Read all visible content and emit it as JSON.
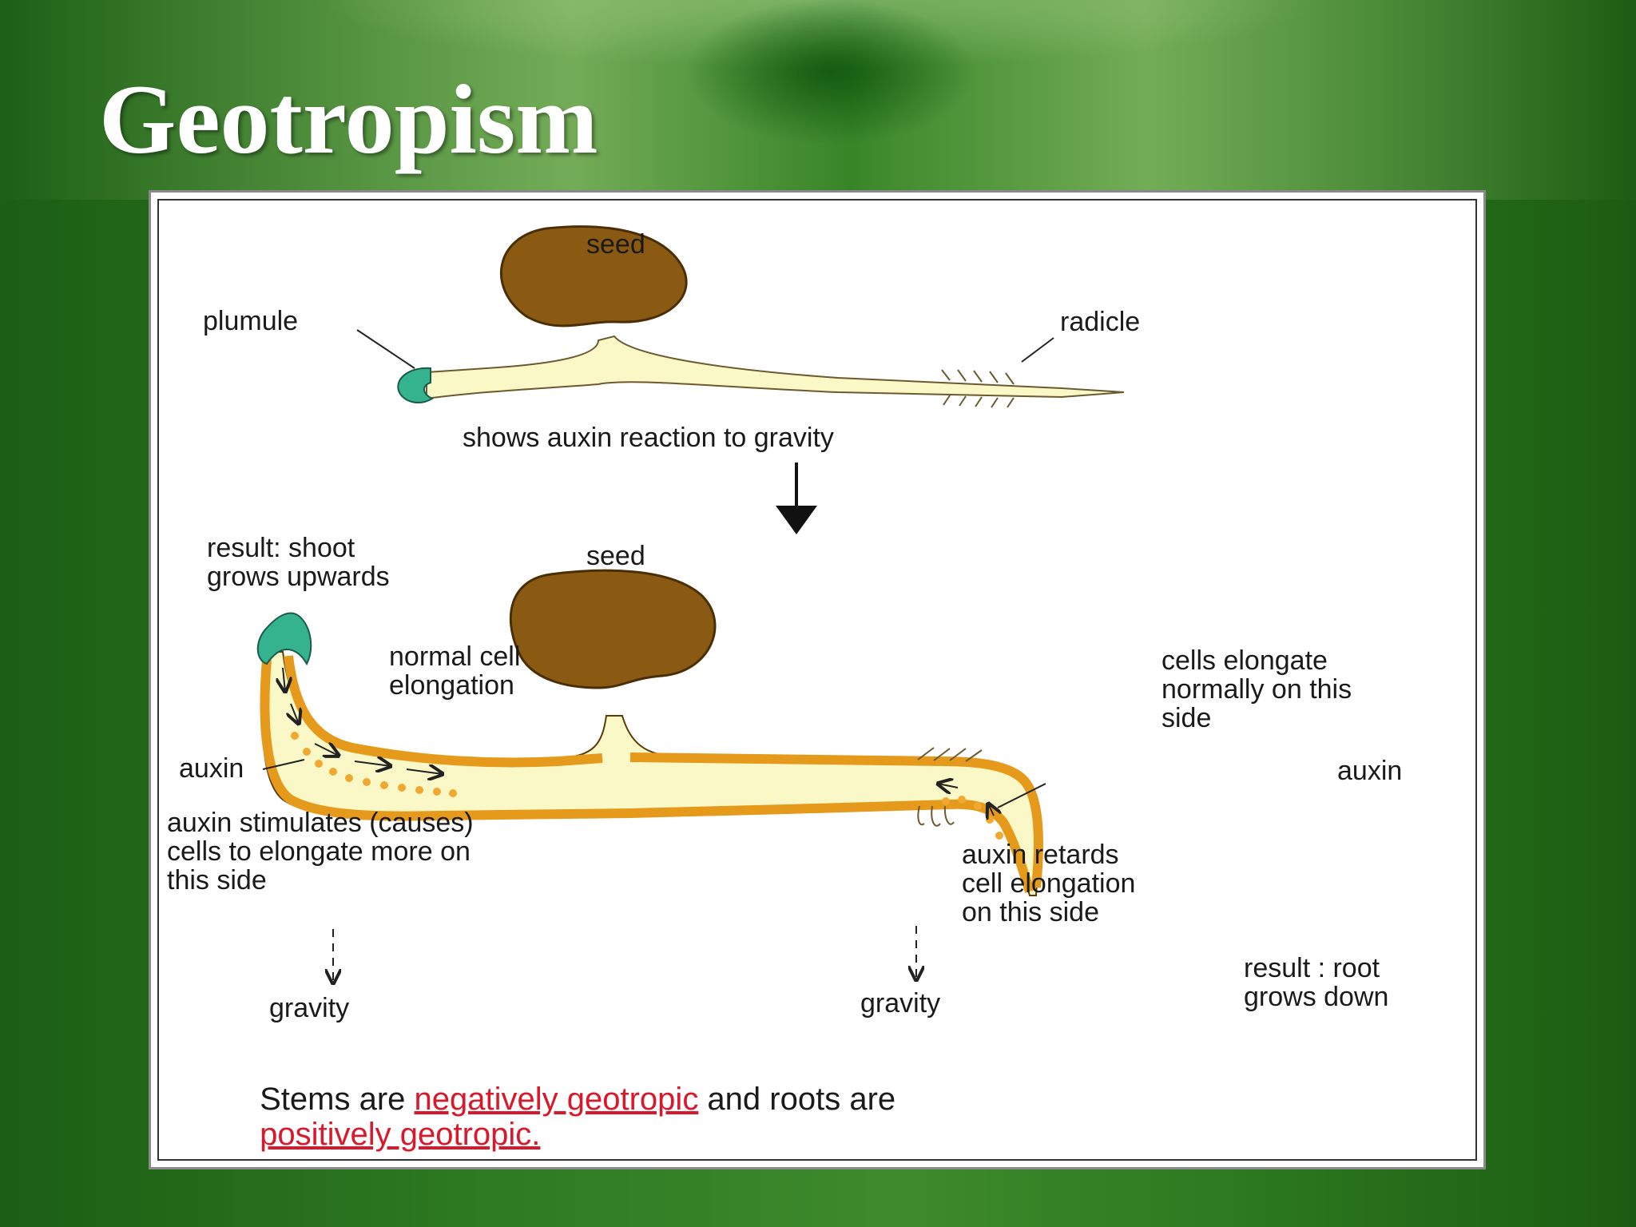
{
  "title": "Geotropism",
  "labels": {
    "seed_top": "seed",
    "plumule": "plumule",
    "radicle": "radicle",
    "shows": "shows auxin reaction to gravity",
    "seed_bottom": "seed",
    "result_shoot_1": "result: shoot",
    "result_shoot_2": "grows upwards",
    "normal_cell_1": "normal cell",
    "normal_cell_2": "elongation",
    "cells_elongate_1": "cells elongate",
    "cells_elongate_2": "normally on this",
    "cells_elongate_3": "side",
    "auxin_left": "auxin",
    "auxin_right": "auxin",
    "stimulates_1": "auxin stimulates (causes)",
    "stimulates_2": "cells to elongate more on",
    "stimulates_3": "this side",
    "retards_1": "auxin retards",
    "retards_2": "cell elongation",
    "retards_3": "on this side",
    "gravity_left": "gravity",
    "gravity_mid": "gravity",
    "result_root_1": "result : root",
    "result_root_2": "grows down"
  },
  "caption": {
    "part1": "Stems are ",
    "neg": "negatively geotropic",
    "part2": " and roots are",
    "pos": "positively geotropic."
  },
  "colors": {
    "seed": "#8b5a12",
    "tissue": "#fbf8c8",
    "cell_wall": "#e69a1c",
    "tip": "#35b38f",
    "caption_red": "#d8182b"
  }
}
